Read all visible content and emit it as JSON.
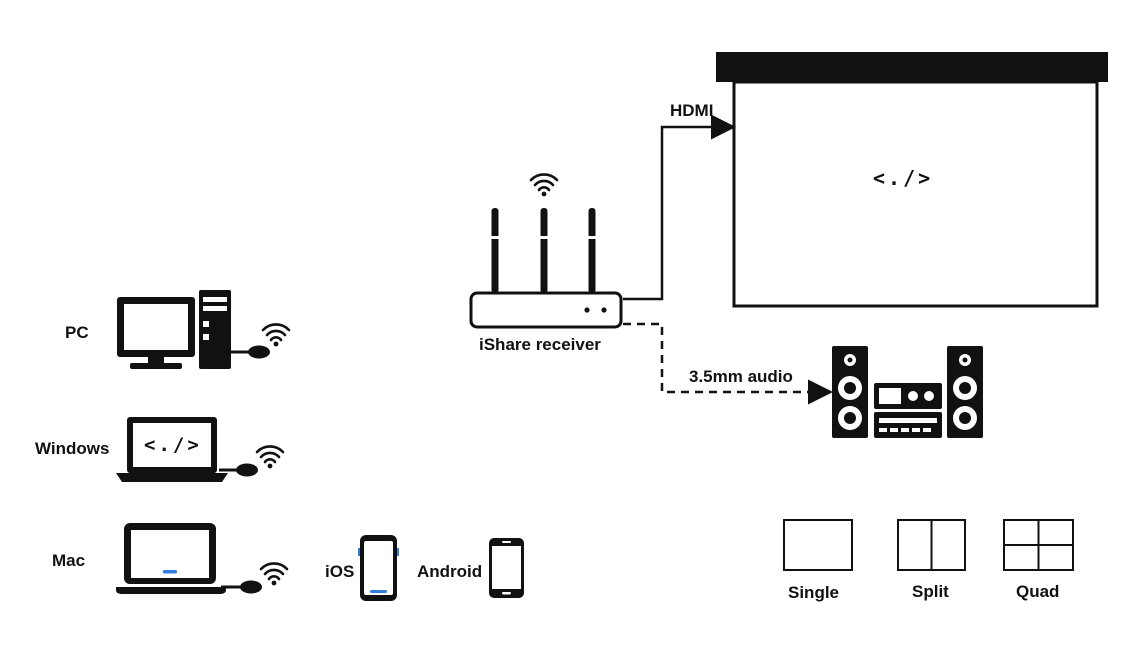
{
  "devices": {
    "pc_label": "PC",
    "windows_label": "Windows",
    "mac_label": "Mac",
    "ios_label": "iOS",
    "android_label": "Android"
  },
  "receiver": {
    "label": "iShare receiver"
  },
  "connections": {
    "hdmi_label": "HDMI",
    "audio_label": "3.5mm audio"
  },
  "screen": {
    "code_glyph": "<./>"
  },
  "laptop_windows": {
    "code_glyph": "<./>"
  },
  "layouts": {
    "single_label": "Single",
    "split_label": "Split",
    "quad_label": "Quad"
  },
  "colors": {
    "ink": "#111111",
    "mac_indicator": "#2f7fe0",
    "ios_indicator": "#2f7fe0",
    "background": "#ffffff"
  },
  "icons": {
    "wifi": "wifi-icon",
    "dongle": "usb-dongle-icon",
    "router": "router-icon",
    "speakers": "stereo-system-icon"
  }
}
